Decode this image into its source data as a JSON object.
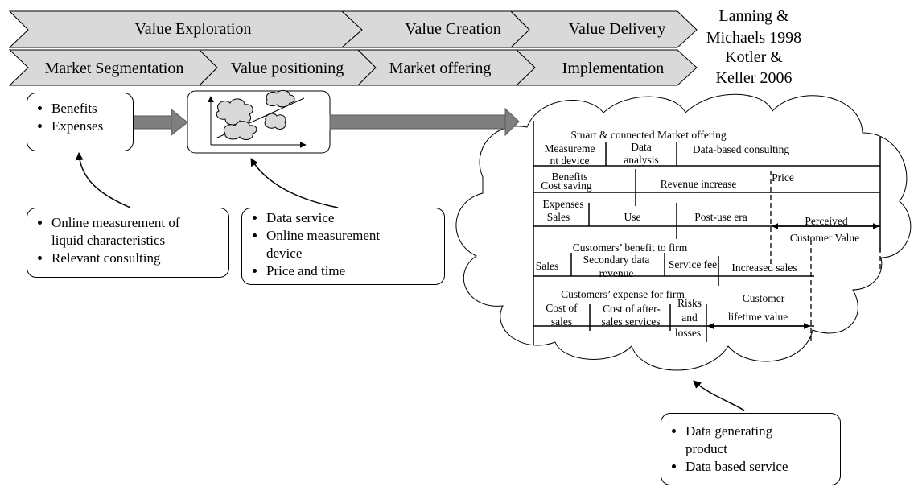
{
  "chevrons_top": {
    "value_exploration": "Value Exploration",
    "value_creation": "Value Creation",
    "value_delivery": "Value Delivery",
    "source": [
      "Lanning &",
      "Michaels 1998"
    ]
  },
  "chevrons_bottom": {
    "market_segmentation": "Market Segmentation",
    "value_positioning": "Value positioning",
    "market_offering": "Market offering",
    "implementation": "Implementation",
    "source": [
      "Kotler &",
      "Keller 2006"
    ]
  },
  "box_benefits": {
    "items": [
      "Benefits",
      "Expenses"
    ]
  },
  "box_online": {
    "items": [
      [
        "Online measurement of",
        "liquid characteristics"
      ],
      [
        "Relevant consulting"
      ]
    ]
  },
  "box_data_service": {
    "items": [
      [
        "Data service"
      ],
      [
        "Online measurement",
        "device"
      ],
      [
        "Price and time"
      ]
    ]
  },
  "box_data_generating": {
    "items": [
      [
        "Data generating",
        "product"
      ],
      [
        "Data based service"
      ]
    ]
  },
  "cloud": {
    "header": "Smart & connected Market offering",
    "measurement_device": [
      "Measureme",
      "nt device"
    ],
    "data_analysis": [
      "Data",
      "analysis"
    ],
    "data_consulting": "Data-based consulting",
    "benefits": "Benefits",
    "cost_saving": "Cost saving",
    "revenue_increase": "Revenue increase",
    "price": "Price",
    "expenses": "Expenses",
    "sales": "Sales",
    "use": "Use",
    "post_use": "Post-use era",
    "perceived": "Perceived",
    "customer_value": "Customer Value",
    "benefit_to_firm": "Customers’ benefit to firm",
    "sales2": "Sales",
    "secondary_data": [
      "Secondary data",
      "revenue"
    ],
    "service_fee": "Service fee",
    "increased_sales": "Increased sales",
    "expense_for_firm": "Customers’ expense for firm",
    "cost_of_sales": [
      "Cost of",
      "sales"
    ],
    "cost_after_sales": [
      "Cost of after-",
      "sales services"
    ],
    "risks": [
      "Risks",
      "and",
      "losses"
    ],
    "clv": [
      "Customer",
      "lifetime value"
    ]
  }
}
